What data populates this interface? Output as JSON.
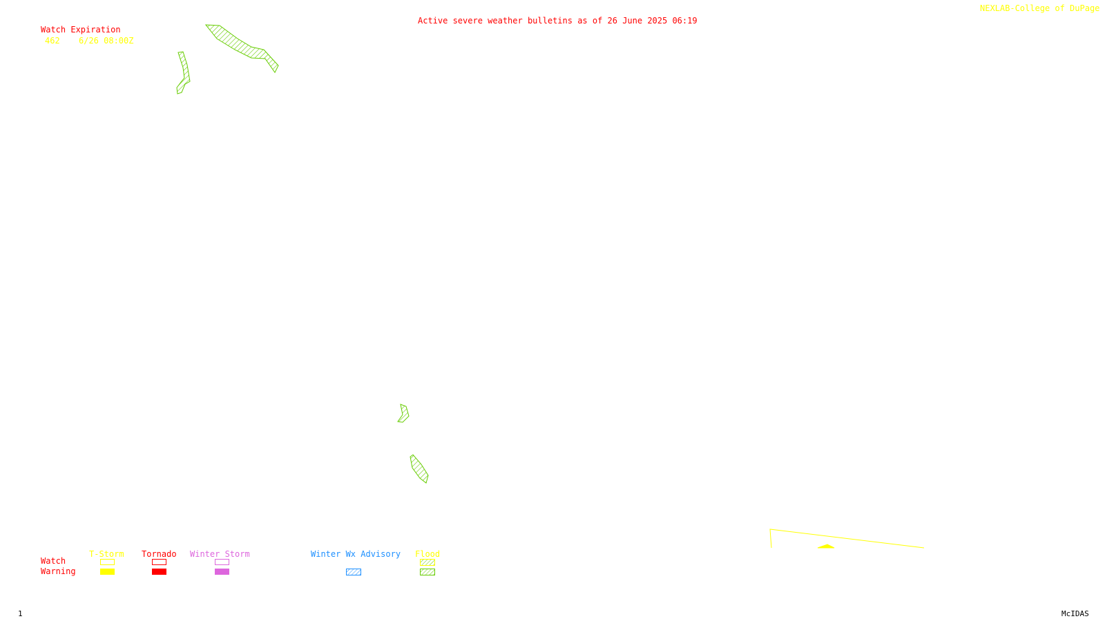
{
  "header": {
    "title": "Active severe weather bulletins as of 26 June 2025 06:19",
    "credit": "NEXLAB-College of DuPage R"
  },
  "watch_expiration": {
    "label": "Watch Expiration",
    "entries": [
      {
        "number": "462",
        "expires": "6/26 08:00Z"
      }
    ]
  },
  "legend": {
    "row_labels": {
      "watch": "Watch",
      "warning": "Warning"
    },
    "categories": [
      {
        "name": "T-Storm",
        "color": "#ffff00",
        "style": "solid"
      },
      {
        "name": "Tornado",
        "color": "#ff0000",
        "style": "solid"
      },
      {
        "name": "Winter Storm",
        "color": "#dd66dd",
        "style": "solid"
      },
      {
        "name": "Winter Wx Advisory",
        "color": "#1e90ff",
        "style": "hatched"
      },
      {
        "name": "Flood",
        "color": "#66cc00",
        "style": "hatched",
        "label_color": "#ffff00"
      }
    ]
  },
  "map_features": [
    {
      "type": "flood-warning",
      "color": "#66cc00"
    },
    {
      "type": "flood-warning",
      "color": "#66cc00"
    },
    {
      "type": "flood-warning",
      "color": "#66cc00"
    },
    {
      "type": "flood-warning",
      "color": "#66cc00"
    },
    {
      "type": "tstorm-watch",
      "color": "#ffff00",
      "number": "462"
    }
  ],
  "footer": {
    "frame_number": "1",
    "software": "McIDAS"
  },
  "colors": {
    "title": "#ff0000",
    "credit": "#ffff00",
    "expiration_label": "#ff0000",
    "expiration_entry": "#ffff00",
    "footer_text": "#000000"
  }
}
